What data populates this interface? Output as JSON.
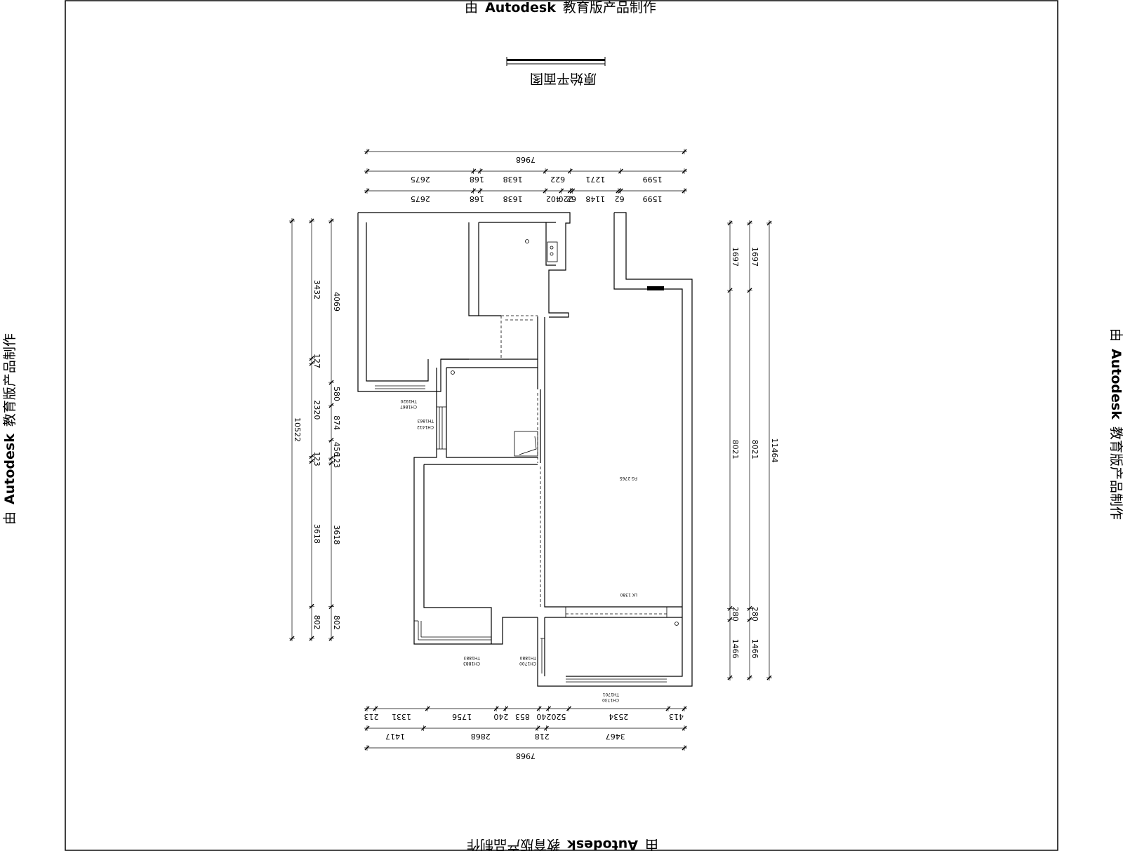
{
  "watermark": {
    "prefix": "由",
    "brand": "Autodesk",
    "suffix": "教育版产品制作"
  },
  "drawing_title": "原始平面图",
  "dimensions": {
    "top_row1": [
      "7968"
    ],
    "top_row2": [
      "2675",
      "168",
      "1638",
      "622",
      "1271",
      "1599"
    ],
    "top_row3": [
      "2675",
      "168",
      "1638",
      "402",
      "220",
      "62",
      "1148",
      "62",
      "1599"
    ],
    "bottom_row1": [
      "213",
      "1331",
      "1756",
      "240",
      "853",
      "240",
      "520",
      "2534",
      "413"
    ],
    "bottom_row2": [
      "1417",
      "2868",
      "218",
      "3467"
    ],
    "bottom_row3": [
      "7968"
    ],
    "left_outer": [
      "10522"
    ],
    "left_mid": [
      "3432",
      "127",
      "2320",
      "123",
      "3618",
      "802"
    ],
    "left_inner": [
      "4069",
      "580",
      "874",
      "456",
      "123",
      "3618",
      "802"
    ],
    "right_inner": [
      "1697",
      "8021",
      "280",
      "1466"
    ],
    "right_mid": [
      "1697",
      "8021",
      "280",
      "1466"
    ],
    "right_outer": [
      "11464"
    ]
  },
  "labels": {
    "win1_a": "CH1867",
    "win1_b": "TH1920",
    "win2_a": "CH1412",
    "win2_b": "TH1863",
    "win3_a": "CH1883",
    "win3_b": "TH1883",
    "win4_a": "CH1700",
    "win4_b": "TH1880",
    "win5_a": "CH1730",
    "win5_b": "TH1701",
    "room_main": "FG 2765",
    "room_main2": "LK 1380"
  }
}
